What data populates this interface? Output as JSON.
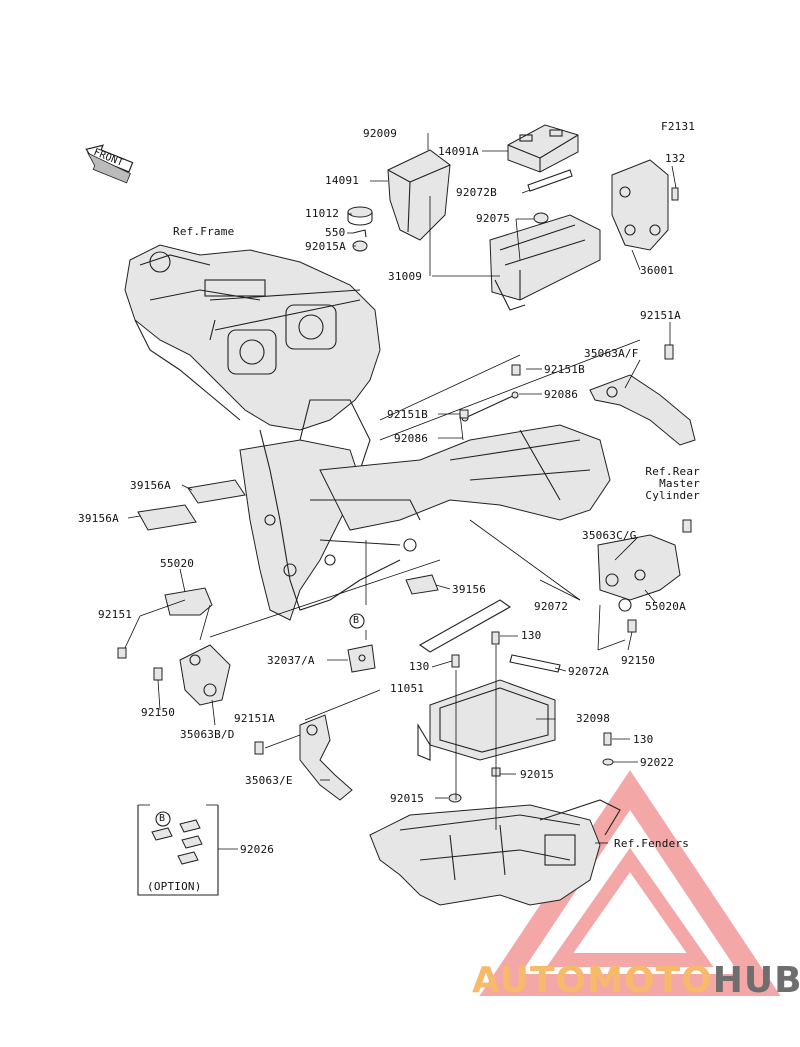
{
  "diagram_code": "F2131",
  "front_marker": "FRONT",
  "labels": {
    "p92009": "92009",
    "p14091A": "14091A",
    "p132": "132",
    "p14091": "14091",
    "p92072B": "92072B",
    "p11012": "11012",
    "p92075": "92075",
    "p550": "550",
    "p92015A": "92015A",
    "ref_frame": "Ref.Frame",
    "p36001": "36001",
    "p31009": "31009",
    "p92151A_top": "92151A",
    "p35063AF": "35063A/F",
    "p92151B_1": "92151B",
    "p92086_1": "92086",
    "p92151B_2": "92151B",
    "p92086_2": "92086",
    "ref_rear_1": "Ref.Rear",
    "ref_rear_2": "Master",
    "ref_rear_3": "Cylinder",
    "p39156A_1": "39156A",
    "p39156A_2": "39156A",
    "p35063CG": "35063C/G",
    "p55020": "55020",
    "p39156": "39156",
    "p92072": "92072",
    "p55020A": "55020A",
    "p92151": "92151",
    "p130_1": "130",
    "p32037A": "32037/A",
    "p130_2": "130",
    "p92072A": "92072A",
    "p92150_r": "92150",
    "p11051": "11051",
    "p92150_l": "92150",
    "p32098": "32098",
    "p35063BD": "35063B/D",
    "p92151A_bot": "92151A",
    "p130_3": "130",
    "p92022": "92022",
    "p35063E": "35063/E",
    "p92015_1": "92015",
    "p92015_2": "92015",
    "p92026": "92026",
    "ref_fenders": "Ref.Fenders",
    "option": "(OPTION)",
    "circle_b": "B"
  },
  "watermark": {
    "part1": "AUTOMOTO",
    "part2": "HUB",
    "color_accent": "#f7b96a",
    "color_dark": "#6e6e6e",
    "color_triangle": "#f08a8a"
  }
}
